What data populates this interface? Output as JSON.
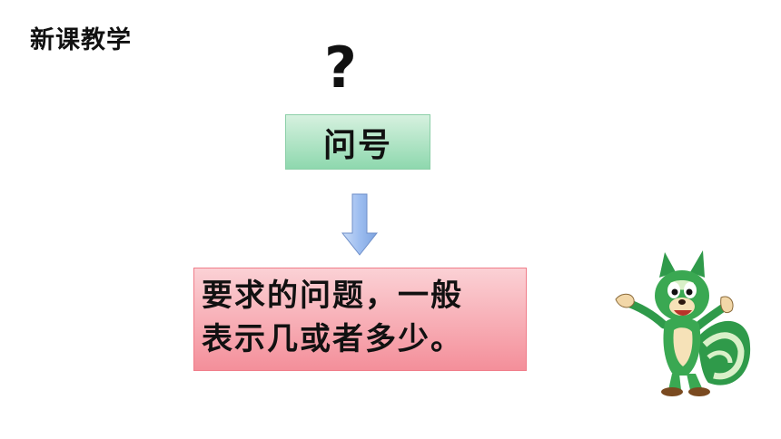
{
  "slide": {
    "title": "新课教学",
    "question_mark": "?",
    "top_box_label": "问号",
    "bottom_box_lines": [
      "要求的问题，一般",
      "表示几或者多少。"
    ]
  },
  "colors": {
    "top_box": "#a8e3c0",
    "bottom_box": "#f7a8b1",
    "arrow": "#8fb3e8"
  },
  "icons": {
    "arrow": "down-arrow-icon",
    "mascot": "squirrel-mascot"
  }
}
